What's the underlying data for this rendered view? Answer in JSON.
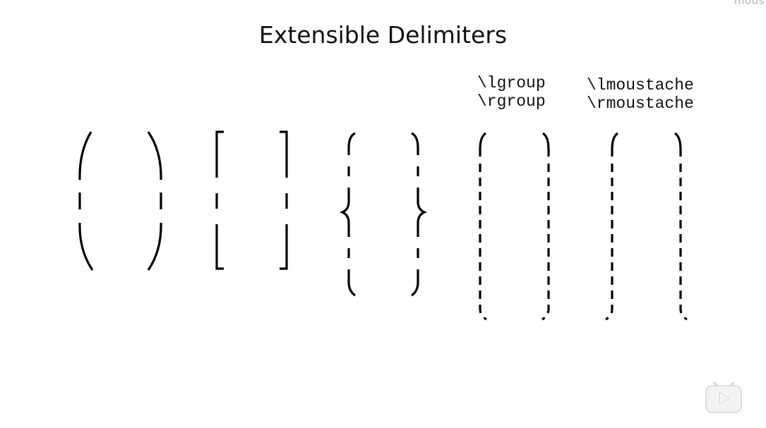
{
  "corner_text": "mous",
  "title": "Extensible Delimiters",
  "labels": {
    "group": [
      "\\lgroup",
      "\\rgroup"
    ],
    "moustache": [
      "\\lmoustache",
      "\\rmoustache"
    ]
  },
  "icons": {
    "play_badge": "play-icon"
  }
}
